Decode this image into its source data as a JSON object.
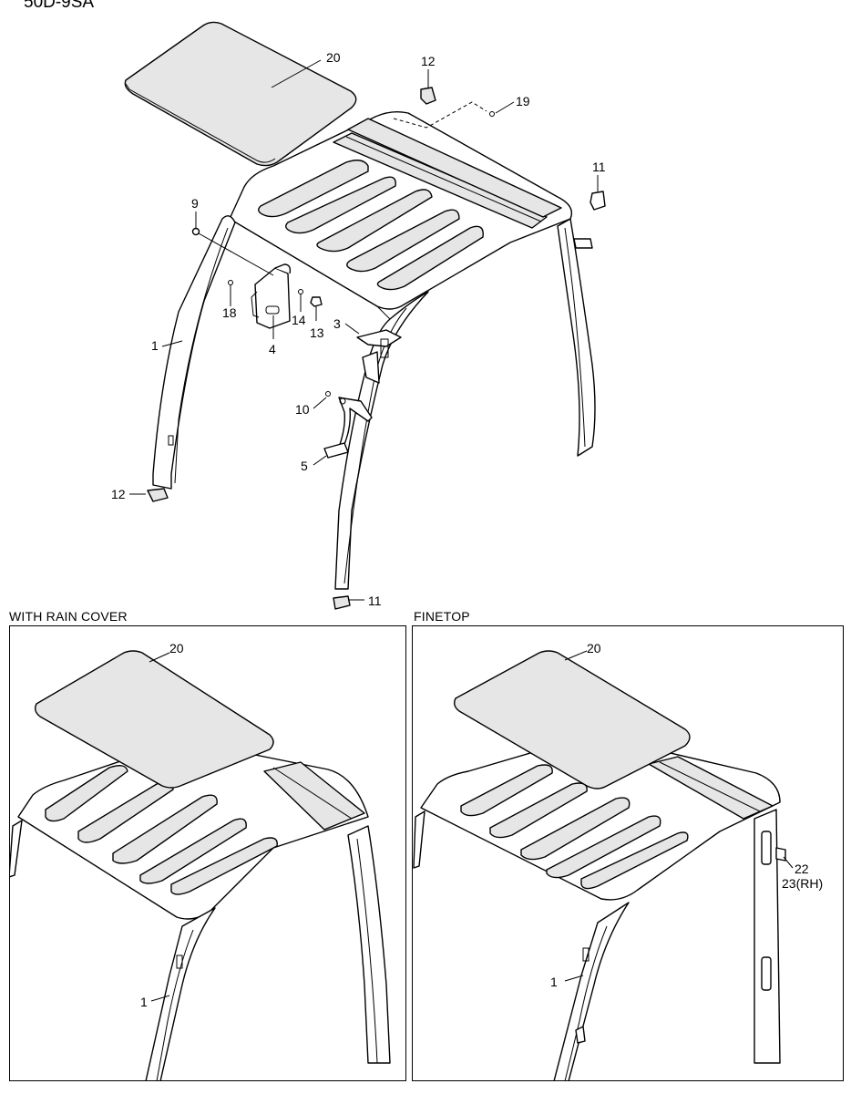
{
  "header": {
    "model_code": "50D-9SA"
  },
  "sections": [
    {
      "id": "with_rain_cover",
      "title": "WITH RAIN COVER"
    },
    {
      "id": "finetop",
      "title": "FINETOP"
    }
  ],
  "main_callouts": [
    "20",
    "12",
    "19",
    "11",
    "9",
    "18",
    "14",
    "13",
    "4",
    "3",
    "1",
    "10",
    "5",
    "12",
    "11"
  ],
  "rain_cover_callouts": [
    "20",
    "1"
  ],
  "finetop_callouts": [
    "20",
    "22",
    "23(RH)",
    "1"
  ]
}
